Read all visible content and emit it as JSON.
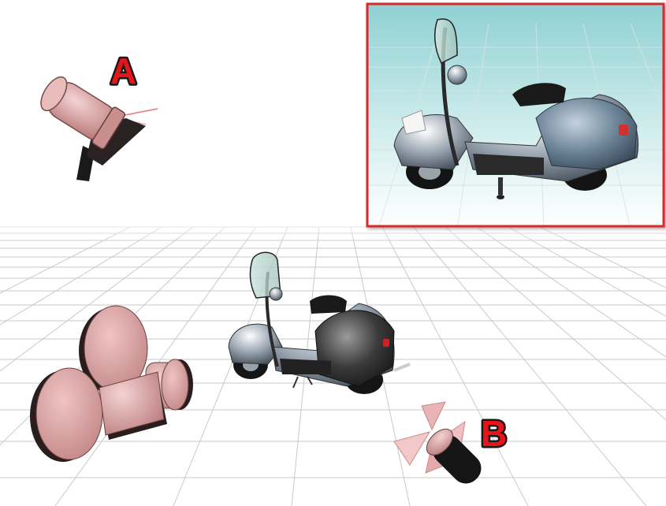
{
  "labels": {
    "light_a": "A",
    "light_b": "B"
  },
  "colors": {
    "spotlight_body": "#d79a9a",
    "camera_body": "#d4a0a0",
    "label_fill": "#e8141a",
    "label_outline": "#1a1a1a",
    "inset_border": "#d92a2a",
    "inset_sky_top": "#8fd1d3",
    "scooter_body": "#4f6b82",
    "grid_line": "#c9c9c9"
  },
  "icons": {
    "light_a": "spotlight-icon",
    "light_b": "spotlight-with-barn-doors-icon",
    "camera": "movie-camera-icon",
    "subject": "scooter"
  }
}
